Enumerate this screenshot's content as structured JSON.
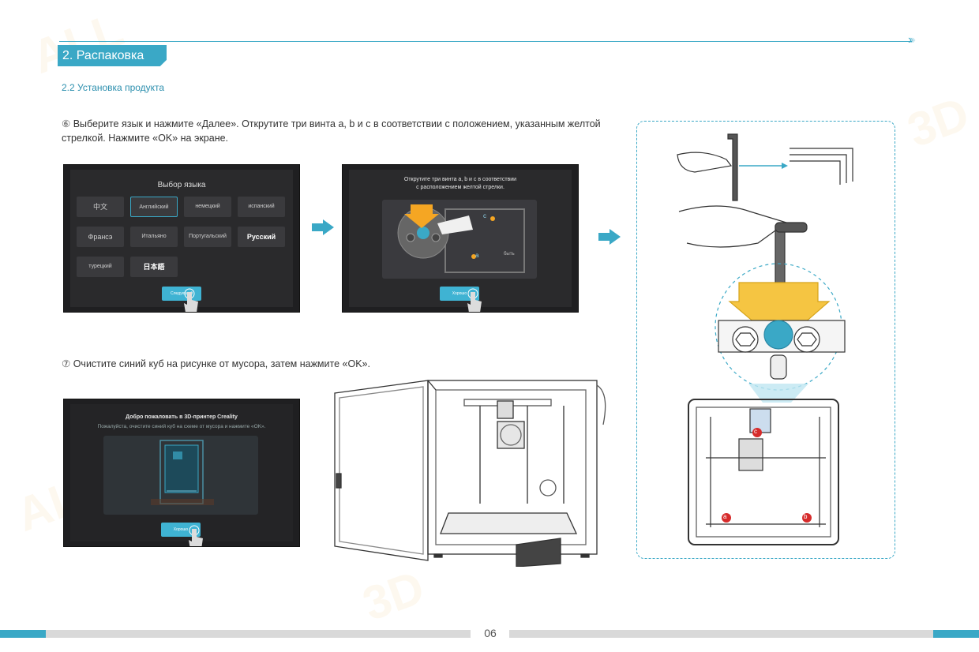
{
  "header": {
    "section_title": "2. Распаковка",
    "chevrons": "›››"
  },
  "subsection": "2.2 Установка продукта",
  "step6": {
    "number": "⑥",
    "text": "Выберите язык и нажмите «Далее». Открутите три винта a, b и c в соответствии с положением, указанным желтой стрелкой. Нажмите «OK» на экране."
  },
  "screen_language": {
    "title": "Выбор языка",
    "options": [
      "中文",
      "Английский",
      "немецкий",
      "испанский",
      "Франсэ",
      "Итальяно",
      "Португальский",
      "Русский",
      "турецкий",
      "日本語"
    ],
    "selected": "Английский",
    "button": "Следующий"
  },
  "screen_screws": {
    "message_line1": "Открутите три винта a, b и c в соответствии",
    "message_line2": "с расположением желтой стрелки.",
    "label_c": "c",
    "label_a": "a",
    "label_b": "быть",
    "button": "Хорошо"
  },
  "step7": {
    "number": "⑦",
    "text": "Очистите синий куб на рисунке от мусора, затем нажмите «OK»."
  },
  "screen_welcome": {
    "title": "Добро пожаловать в 3D-принтер Creality",
    "subtitle": "Пожалуйста, очистите синий куб на схеме от мусора и нажмите «OK».",
    "button": "Хорошо"
  },
  "panel_labels": {
    "a": "a",
    "b": "b",
    "c": "c"
  },
  "footer": {
    "page_number": "06"
  },
  "colors": {
    "accent": "#3aa8c6",
    "screen_bg": "#1f1f21",
    "arrow_yellow": "#f5c542",
    "marker_red": "#d62b2b"
  }
}
